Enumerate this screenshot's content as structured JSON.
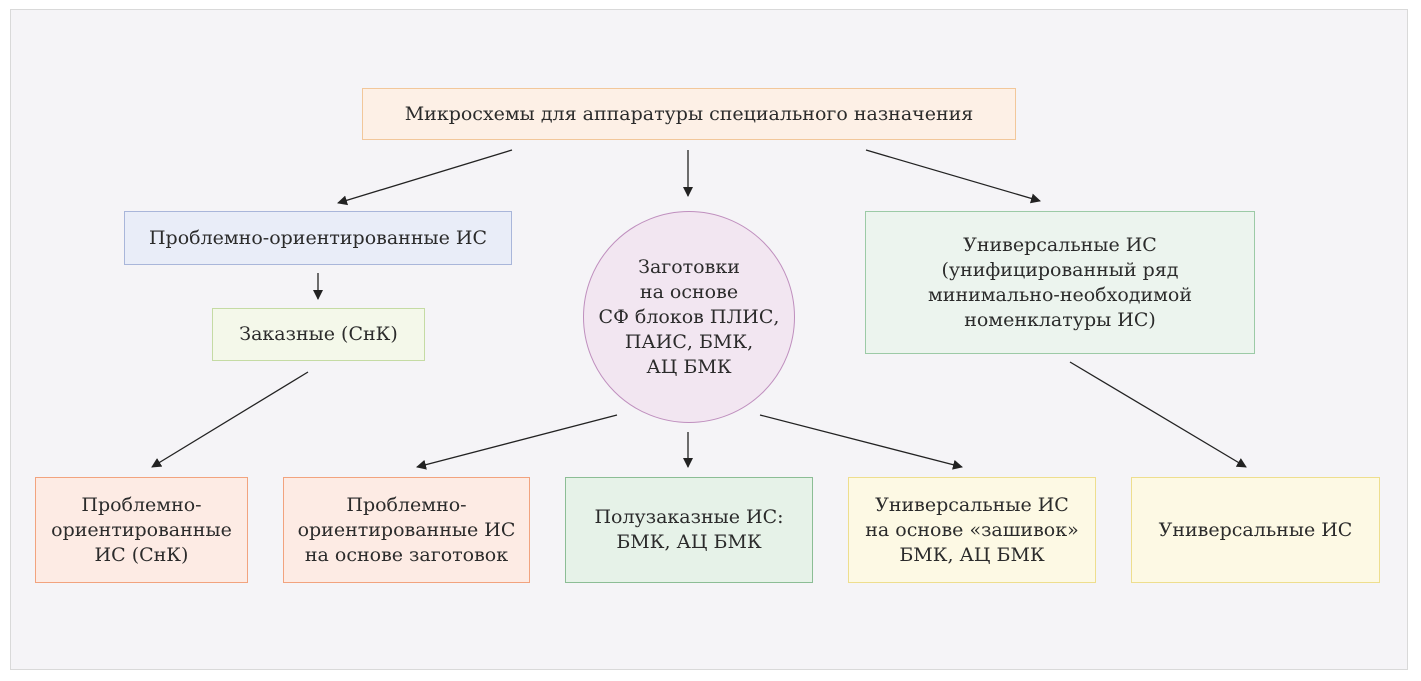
{
  "diagram": {
    "root": "Микросхемы для аппаратуры специального назначения",
    "problem_oriented": "Проблемно-ориентированные ИС",
    "custom": "Заказные (СнК)",
    "universal": "Универсальные ИС\n(унифицированный ряд\nминимально-необходимой\nноменклатуры ИС)",
    "blanks": "Заготовки\nна основе\nСФ блоков ПЛИС,\nПАИС, БМК,\nАЦ БМК",
    "bottom": [
      "Проблемно-\nориентированные\nИС (СнК)",
      "Проблемно-\nориентированные ИС\nна основе заготовок",
      "Полузаказные ИС:\nБМК, АЦ БМК",
      "Универсальные ИС\nна основе «зашивок»\nБМК, АЦ БМК",
      "Универсальные ИС"
    ]
  }
}
